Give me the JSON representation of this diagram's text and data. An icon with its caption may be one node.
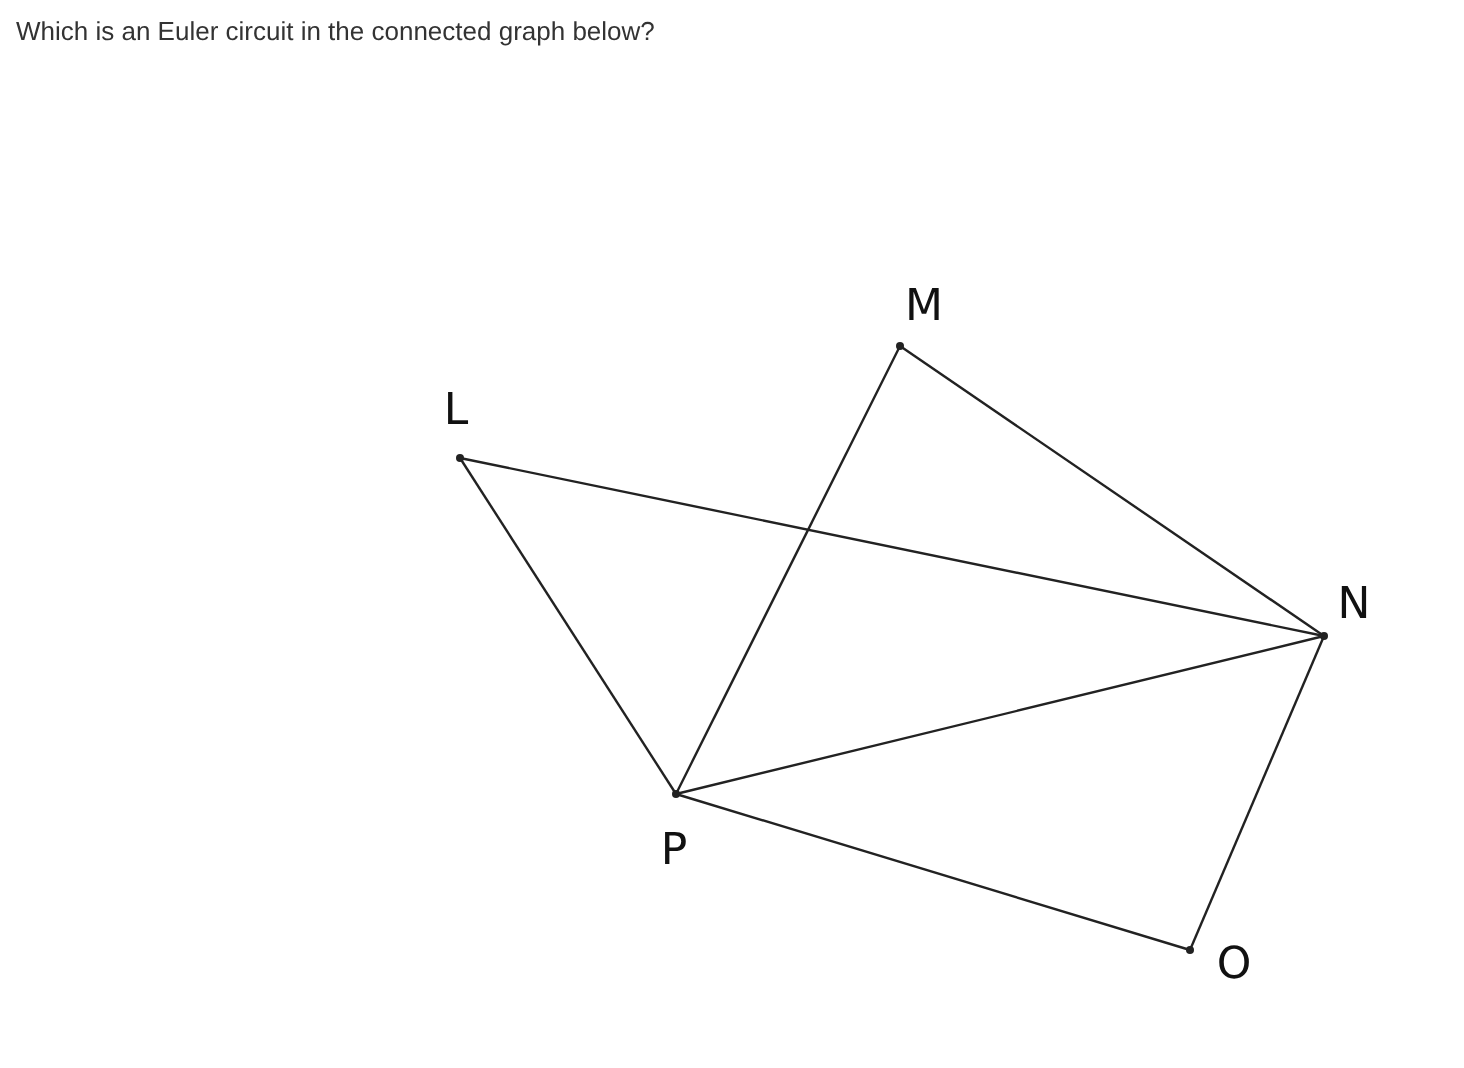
{
  "diagram": {
    "title": "Which is an Euler circuit in the connected graph below?",
    "nodes": [
      {
        "text": [],
        "shape": "point",
        "beside": [
          "L"
        ]
      },
      {
        "text": [],
        "shape": "point",
        "beside": [
          "M"
        ]
      },
      {
        "text": [],
        "shape": "point",
        "beside": [
          "N"
        ]
      },
      {
        "text": [],
        "shape": "point",
        "beside": [
          "P"
        ]
      },
      {
        "text": [],
        "shape": "point",
        "beside": [
          "O"
        ]
      }
    ],
    "edges": [
      {
        "from": 0,
        "to": 2,
        "arrow": "none"
      },
      {
        "from": 0,
        "to": 3,
        "arrow": "none"
      },
      {
        "from": 1,
        "to": 3,
        "arrow": "none"
      },
      {
        "from": 1,
        "to": 2,
        "arrow": "none"
      },
      {
        "from": 3,
        "to": 2,
        "arrow": "none"
      },
      {
        "from": 3,
        "to": 4,
        "arrow": "none"
      },
      {
        "from": 4,
        "to": 2,
        "arrow": "none"
      }
    ]
  }
}
